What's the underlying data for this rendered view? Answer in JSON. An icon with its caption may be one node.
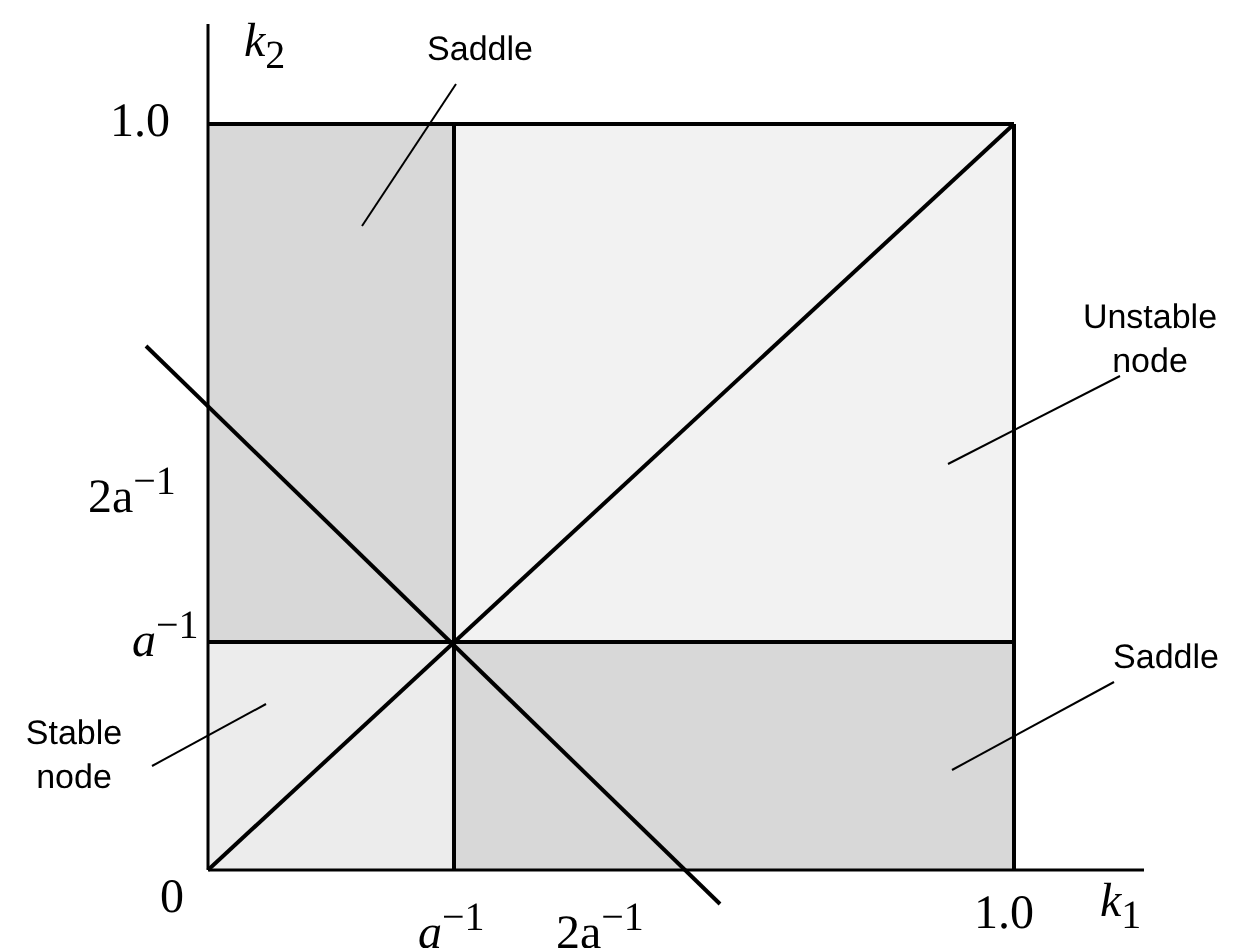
{
  "diagram": {
    "nodes": [
      {
        "text": [
          "Saddle"
        ]
      },
      {
        "text": [
          "Unstable node"
        ]
      },
      {
        "text": [
          "Stable node"
        ]
      },
      {
        "text": [
          "Saddle"
        ]
      },
      {
        "text": [],
        "shape": "box"
      },
      {
        "text": [],
        "shape": "box"
      },
      {
        "text": [],
        "shape": "box"
      },
      {
        "text": [],
        "shape": "box"
      }
    ],
    "edges": [
      {
        "from": 0,
        "to": 4,
        "arrow": "none"
      },
      {
        "from": 1,
        "to": 5,
        "arrow": "none"
      },
      {
        "from": 2,
        "to": 6,
        "arrow": "none"
      },
      {
        "from": 3,
        "to": 7,
        "arrow": "none"
      }
    ],
    "labels": [
      "*k*$_{2}$",
      "1.0",
      "2a$^{−1}$",
      "*a*$^{−1}$",
      "0",
      "*a*$^{−1}$",
      "2a$^{−1}$",
      "1.0",
      "*k*$_{1}$"
    ]
  }
}
